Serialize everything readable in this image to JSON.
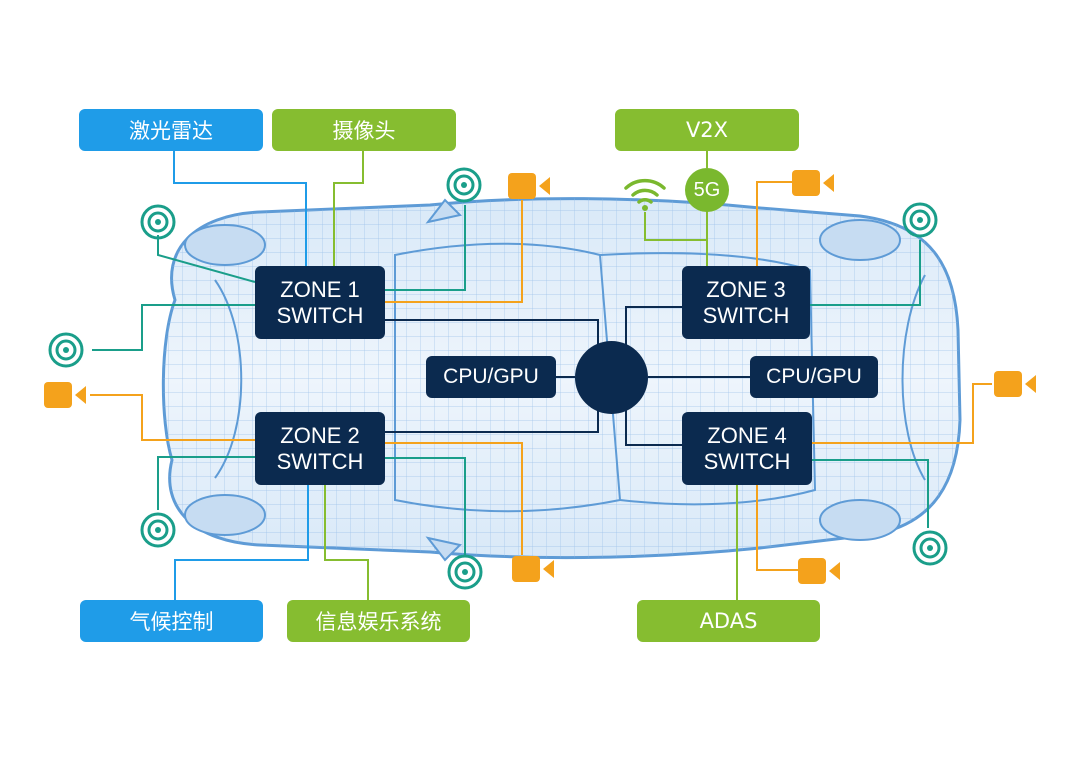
{
  "colors": {
    "navy": "#0b2a4f",
    "blue_label": "#1f9ce8",
    "green_label": "#86bd30",
    "lidar_teal": "#1a9e8a",
    "camera_orange": "#f4a21c",
    "car_wireframe": "#6fa8dc"
  },
  "labels": {
    "lidar": "激光雷达",
    "camera": "摄像头",
    "v2x": "V2X",
    "climate": "气候控制",
    "infotainment": "信息娱乐系统",
    "adas": "ADAS"
  },
  "switches": {
    "zone1": {
      "line1": "ZONE 1",
      "line2": "SWITCH"
    },
    "zone2": {
      "line1": "ZONE 2",
      "line2": "SWITCH"
    },
    "zone3": {
      "line1": "ZONE 3",
      "line2": "SWITCH"
    },
    "zone4": {
      "line1": "ZONE 4",
      "line2": "SWITCH"
    }
  },
  "compute": {
    "left": "CPU/GPU",
    "right": "CPU/GPU"
  },
  "badge_5g": "5G",
  "icons": {
    "lidar": "lidar-sensor-icon",
    "camera": "camera-icon",
    "wifi": "wifi-icon"
  }
}
